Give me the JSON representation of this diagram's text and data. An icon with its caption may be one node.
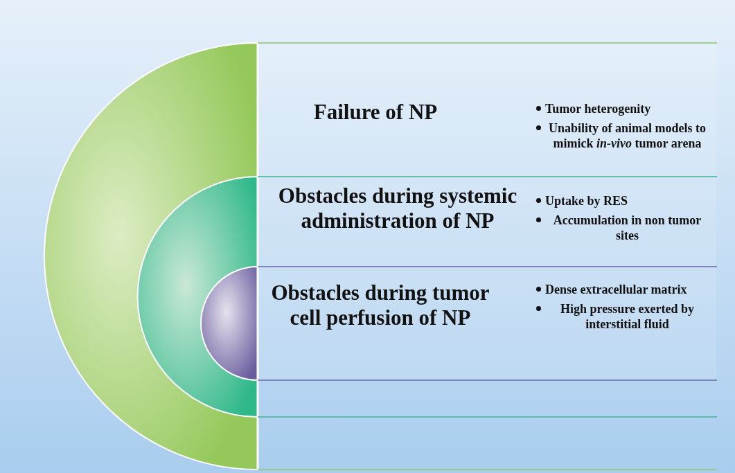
{
  "diagram": {
    "nodes": [
      {
        "text": [
          "Failure of NP",
          "Tumor heterogenity",
          "Unability of animal models to mimick *in-vivo* tumor arena"
        ]
      },
      {
        "text": [
          "Obstacles during systemic administration of NP",
          "Uptake by RES",
          "Accumulation in non tumor sites"
        ]
      },
      {
        "text": [
          "Obstacles during tumor cell perfusion of NP",
          "Dense extracellular matrix",
          "High pressure exerted by interstitial fluid"
        ]
      }
    ],
    "edges": []
  }
}
